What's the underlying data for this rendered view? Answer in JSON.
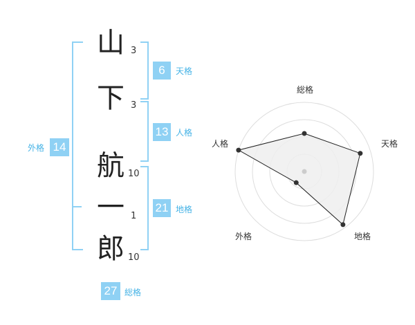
{
  "characters": [
    {
      "char": "山",
      "strokes": "3"
    },
    {
      "char": "下",
      "strokes": "3"
    },
    {
      "char": "航",
      "strokes": "10"
    },
    {
      "char": "一",
      "strokes": "1"
    },
    {
      "char": "郎",
      "strokes": "10"
    }
  ],
  "fortunes": {
    "tenkaku": {
      "value": "6",
      "label": "天格"
    },
    "jinkaku": {
      "value": "13",
      "label": "人格"
    },
    "chikaku": {
      "value": "21",
      "label": "地格"
    },
    "gaikaku": {
      "value": "14",
      "label": "外格"
    },
    "soukaku": {
      "value": "27",
      "label": "総格"
    }
  },
  "radar": {
    "axes": [
      {
        "label": "総格",
        "value": 0.55
      },
      {
        "label": "天格",
        "value": 0.85
      },
      {
        "label": "地格",
        "value": 0.95
      },
      {
        "label": "外格",
        "value": 0.2
      },
      {
        "label": "人格",
        "value": 1.0
      }
    ],
    "rings": 4,
    "colors": {
      "fill": "#eeeeee",
      "line": "#222222",
      "grid": "#dddddd",
      "point": "#333333"
    }
  }
}
